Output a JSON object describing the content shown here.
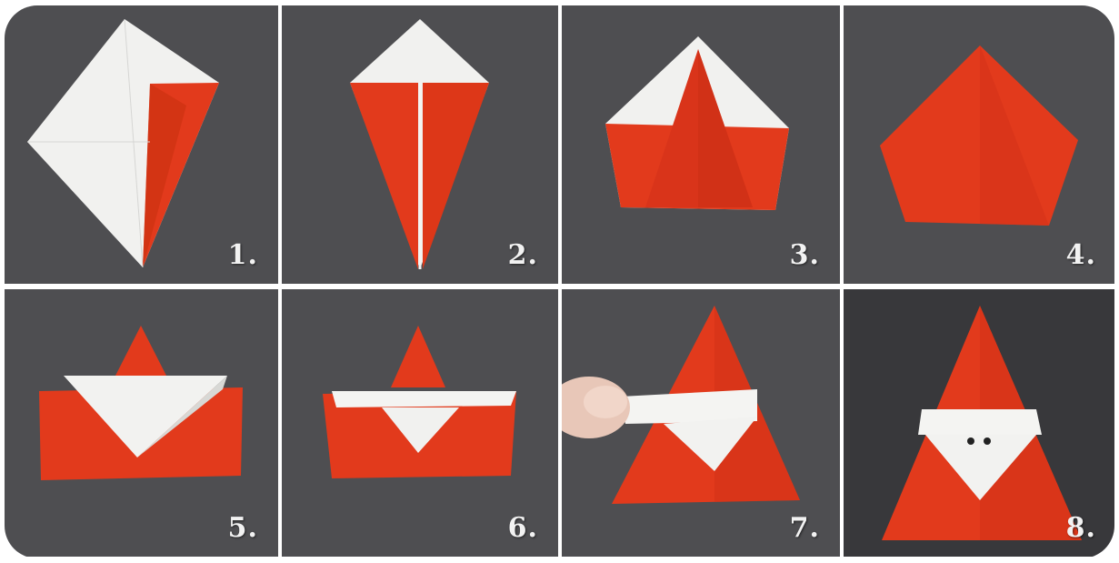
{
  "steps": [
    {
      "label": "1."
    },
    {
      "label": "2."
    },
    {
      "label": "3."
    },
    {
      "label": "4."
    },
    {
      "label": "5."
    },
    {
      "label": "6."
    },
    {
      "label": "7."
    },
    {
      "label": "8."
    }
  ],
  "colors": {
    "paper_red": "#e23a1c",
    "paper_red_shadow": "#c22a10",
    "paper_white": "#f4f4f2",
    "background": "#4e4e51",
    "background_dark": "#38383b"
  }
}
